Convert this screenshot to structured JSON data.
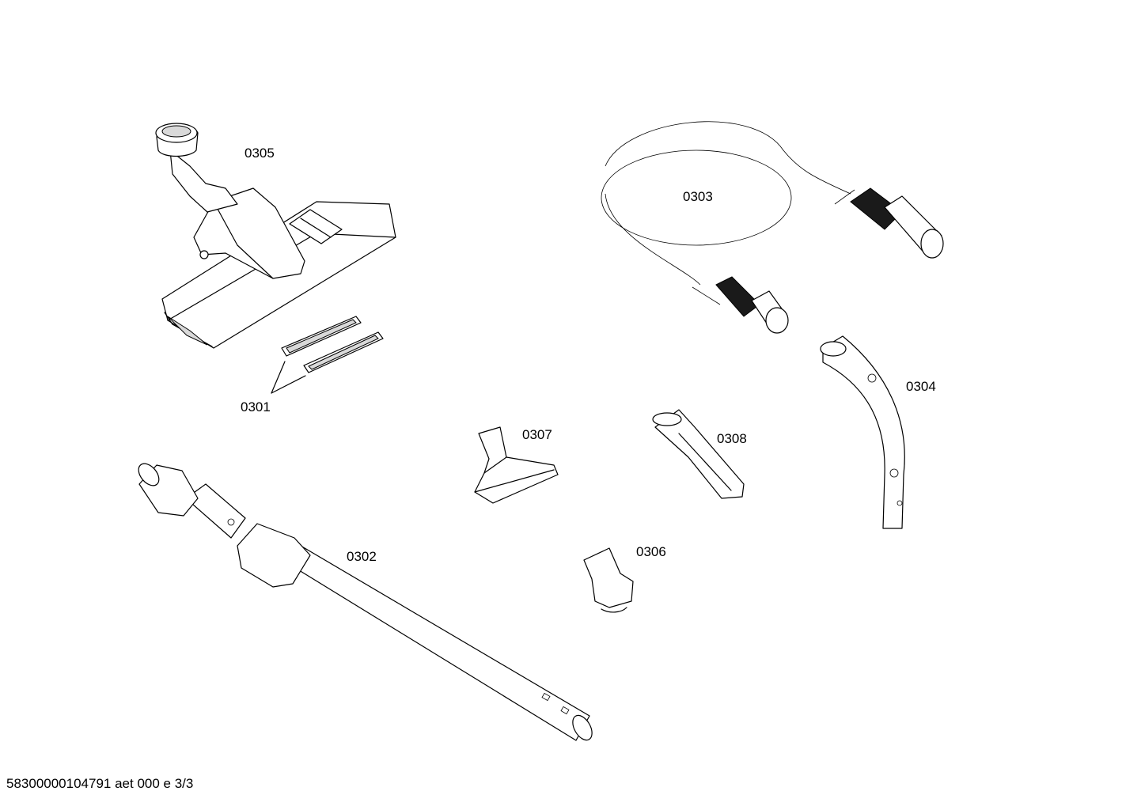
{
  "parts": [
    {
      "id": "0305",
      "label": "0305",
      "name": "floor-nozzle"
    },
    {
      "id": "0303",
      "label": "0303",
      "name": "suction-hose"
    },
    {
      "id": "0301",
      "label": "0301",
      "name": "brush-strips"
    },
    {
      "id": "0304",
      "label": "0304",
      "name": "curved-handle"
    },
    {
      "id": "0307",
      "label": "0307",
      "name": "upholstery-nozzle"
    },
    {
      "id": "0308",
      "label": "0308",
      "name": "crevice-nozzle"
    },
    {
      "id": "0302",
      "label": "0302",
      "name": "telescopic-tube"
    },
    {
      "id": "0306",
      "label": "0306",
      "name": "small-nozzle"
    }
  ],
  "footer": "58300000104791 aet 000 e 3/3"
}
